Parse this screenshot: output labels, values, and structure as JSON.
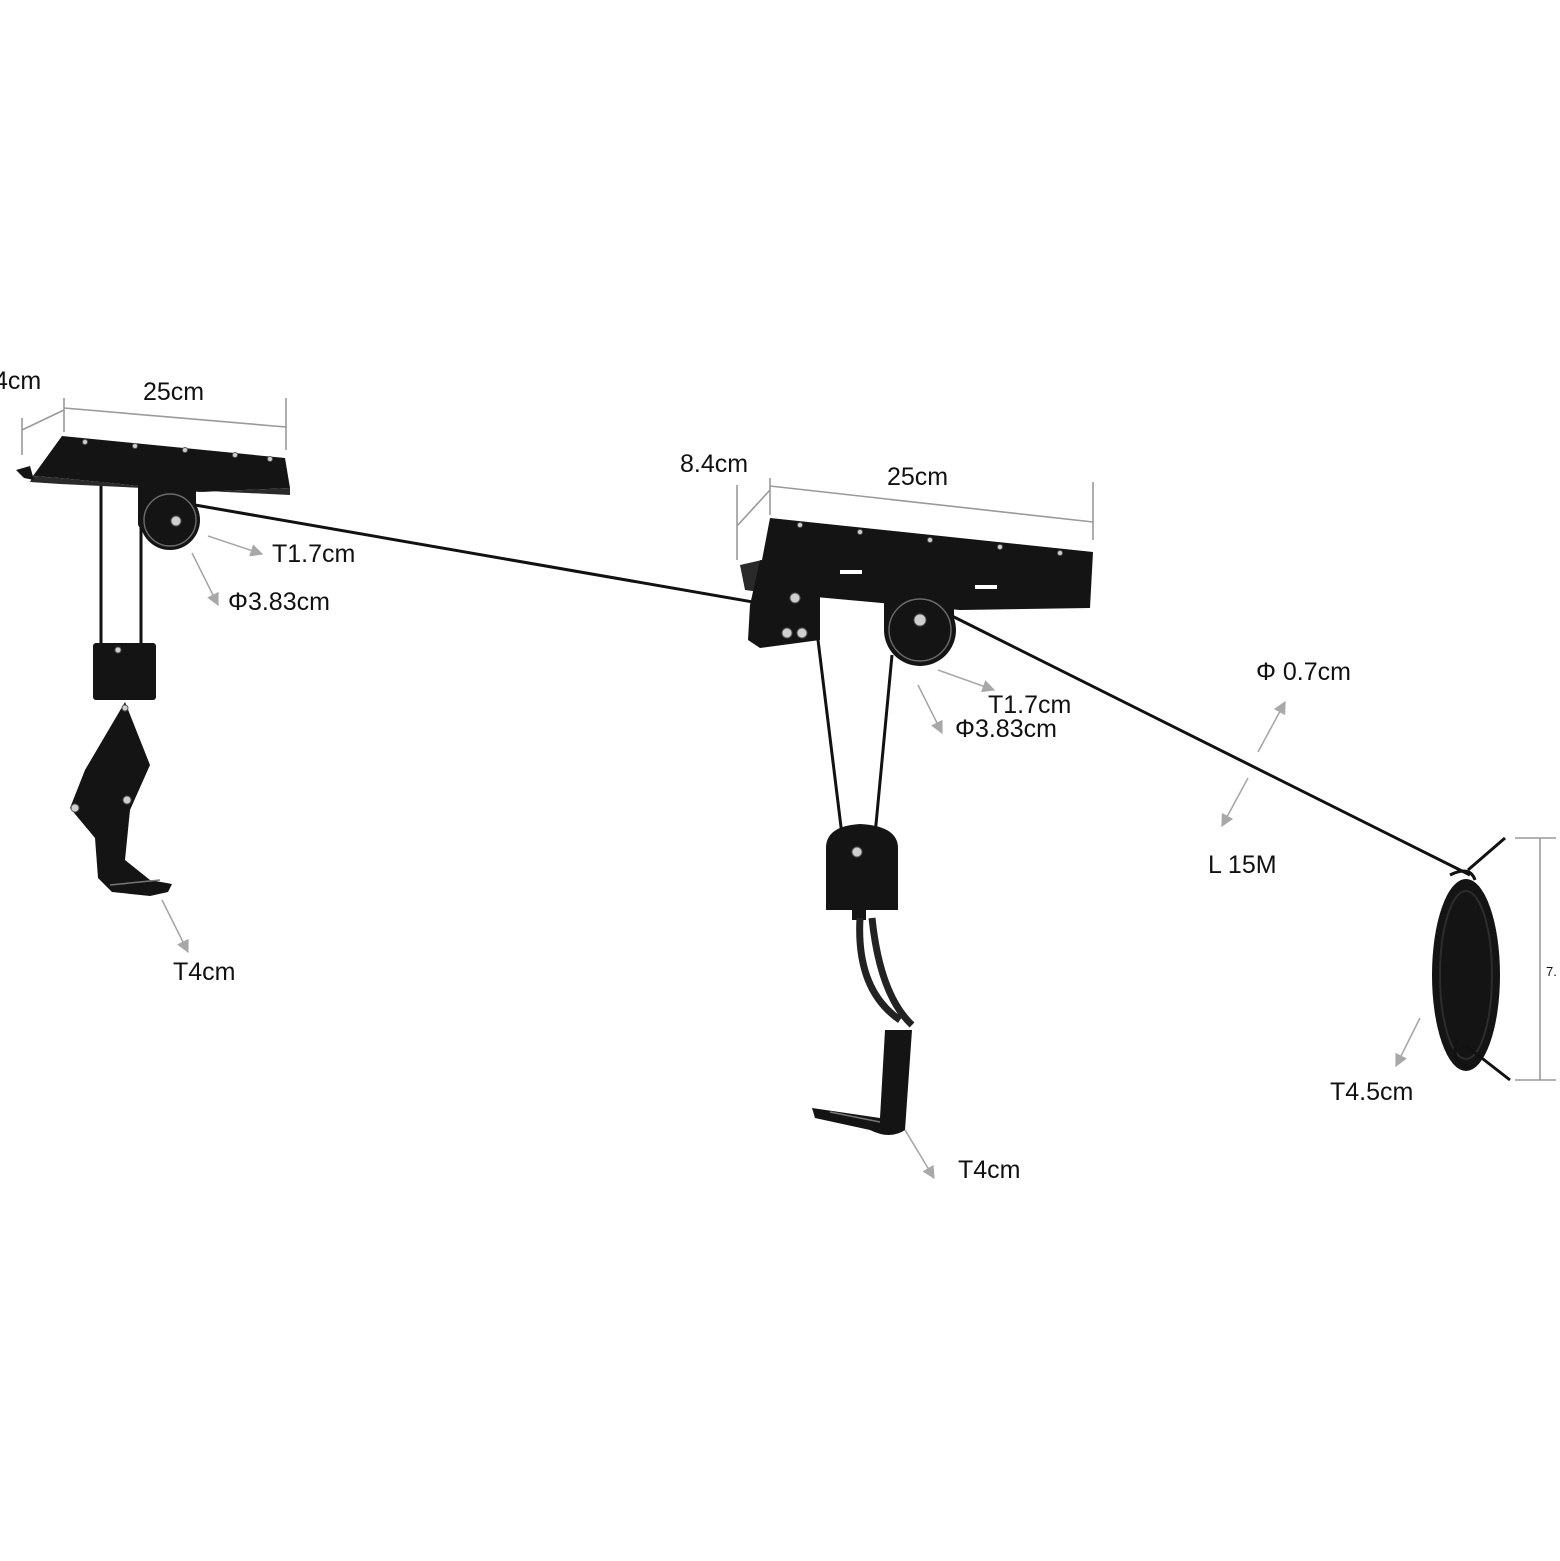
{
  "labels": {
    "left_depth": "4cm",
    "left_width": "25cm",
    "left_thickness": "T1.7cm",
    "left_diameter": "Φ3.83cm",
    "left_hook": "T4cm",
    "right_depth": "8.4cm",
    "right_width": "25cm",
    "right_thickness": "T1.7cm",
    "right_diameter": "Φ3.83cm",
    "right_hook": "T4cm",
    "rope_diameter": "Φ 0.7cm",
    "rope_length": "L 15M",
    "cleat_thickness": "T4.5cm",
    "cleat_height_partial": "7."
  },
  "colors": {
    "hardware": "#141414",
    "dimension": "#9a9a9a",
    "text": "#111111"
  }
}
